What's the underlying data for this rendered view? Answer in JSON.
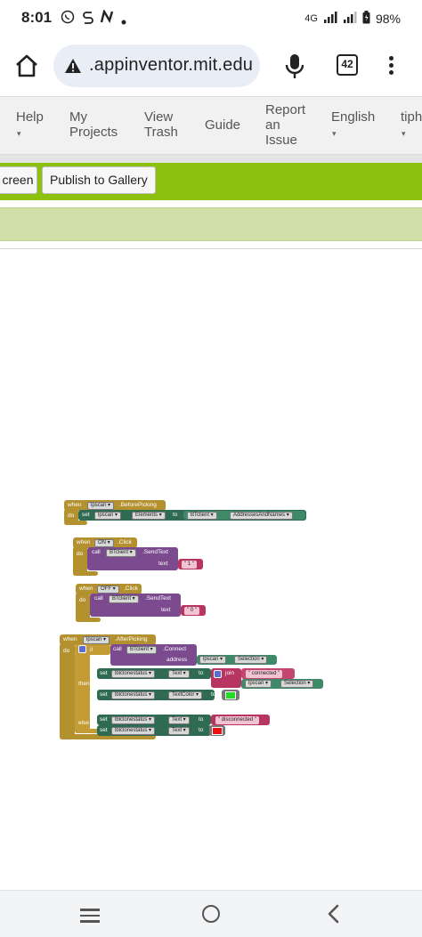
{
  "status": {
    "time": "8:01",
    "network": "4G",
    "battery": "98%"
  },
  "browser": {
    "url": ".appinventor.mit.edu",
    "tab_count": "42"
  },
  "nav": {
    "items": [
      {
        "label": "Help",
        "caret": "▾"
      },
      {
        "label": "My\nProjects"
      },
      {
        "label": "View\nTrash"
      },
      {
        "label": "Guide"
      },
      {
        "label": "Report\nan\nIssue"
      },
      {
        "label": "English",
        "caret": "▾"
      },
      {
        "label": "tiph",
        "caret": "▾"
      }
    ]
  },
  "toolbar": {
    "screen_label": "creen",
    "publish_label": "Publish to Gallery"
  },
  "blocks": {
    "b1": {
      "when": "when",
      "component": "lpscan ▾",
      "event": ".BeforePicking",
      "do": "do",
      "set": "set",
      "target": "lpscan ▾",
      "prop": "Elements ▾",
      "to": "to",
      "src": "BTclient ▾",
      "src_prop": "AddressesAndNames ▾"
    },
    "b2": {
      "when": "when",
      "component": "ON ▾",
      "event": ".Click",
      "do": "do",
      "call": "call",
      "target": "BTclient ▾",
      "method": ".SendText",
      "text_label": "text",
      "value": "\" 1 \""
    },
    "b3": {
      "when": "when",
      "component": "OFF ▾",
      "event": ".Click",
      "do": "do",
      "call": "call",
      "target": "BTclient ▾",
      "method": ".SendText",
      "text_label": "text",
      "value": "\" 0 \""
    },
    "b4": {
      "when": "when",
      "component": "lpscan ▾",
      "event": ".AfterPicking",
      "do": "do",
      "if": "if",
      "call": "call",
      "target": "BTclient ▾",
      "method": ".Connect",
      "address": "address",
      "addr_comp": "lpscan ▾",
      "addr_prop": "Selection ▾",
      "then": "then",
      "set1": "set",
      "set1_comp": "lblclonestatus ▾",
      "set1_prop": "Text ▾",
      "set1_to": "to",
      "join": "join",
      "join_str": "\" connected \"",
      "join_comp": "lpscan ▾",
      "join_prop": "Selection ▾",
      "set2": "set",
      "set2_comp": "lblclonestatus ▾",
      "set2_prop": "TextColor ▾",
      "set2_to": "to",
      "else": "else",
      "set3": "set",
      "set3_comp": "lblclonestatus ▾",
      "set3_prop": "Text ▾",
      "set3_to": "to",
      "set3_str": "\" disconnected \"",
      "set4": "set",
      "set4_comp": "lblclonestatus ▾",
      "set4_prop": "Text ▾",
      "set4_to": "to"
    }
  },
  "colors": {
    "toolbar": "#8cc20f",
    "event_block": "#b4912f",
    "procedure_block": "#7b4a8f",
    "component_block": "#2f6b52",
    "text_block": "#b83461",
    "swatch_green": "#22dd22",
    "swatch_red": "#ee1111"
  },
  "icons": {
    "home": "home-icon",
    "warning": "warning-icon",
    "mic": "mic-icon",
    "tabs": "tabs-icon",
    "menu": "more-vert-icon",
    "nav_menu": "recent-apps-icon",
    "nav_home": "home-circle-icon",
    "nav_back": "back-icon"
  }
}
